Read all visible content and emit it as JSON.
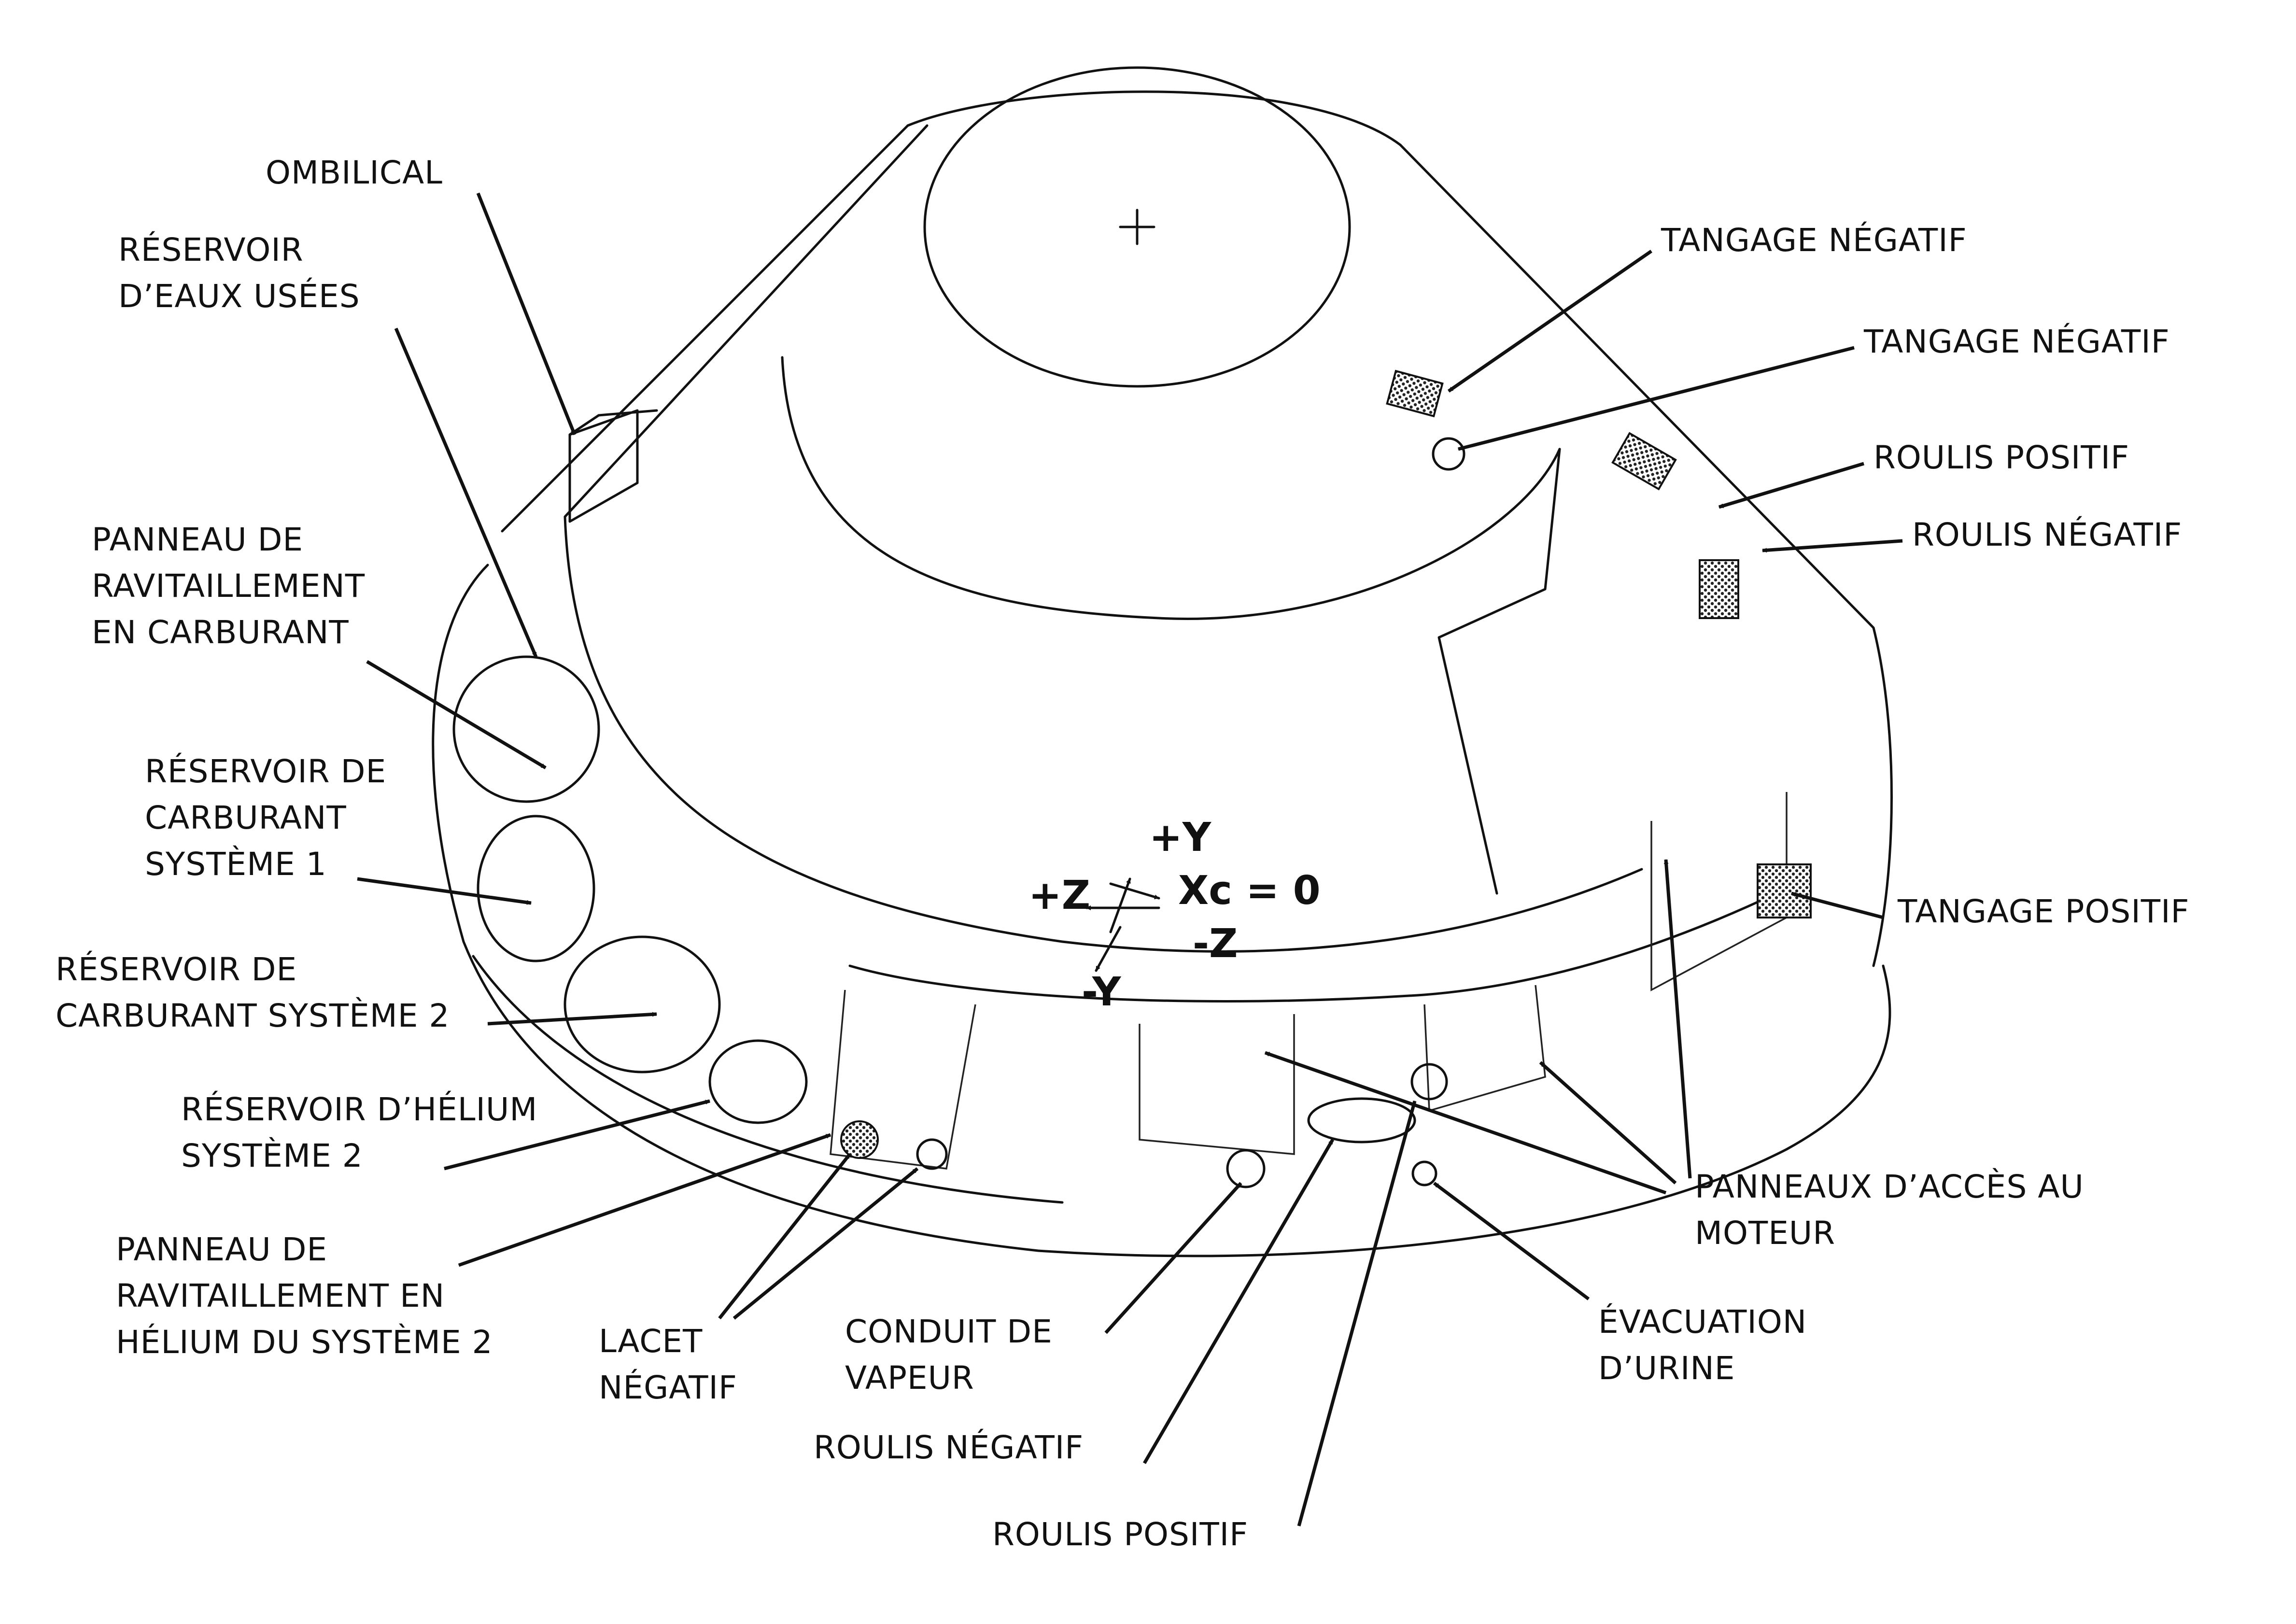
{
  "labels": {
    "ombilical": "OMBILICAL",
    "reservoir_eaux": "RÉSERVOIR\nD’EAUX USÉES",
    "panneau_ravit_carburant": "PANNEAU DE\nRAVITAILLEMENT\nEN CARBURANT",
    "reservoir_carb_1": "RÉSERVOIR DE\nCARBURANT\nSYSTÈME 1",
    "reservoir_carb_2": "RÉSERVOIR DE\nCARBURANT SYSTÈME 2",
    "reservoir_helium_2": "RÉSERVOIR D’HÉLIUM\nSYSTÈME 2",
    "panneau_ravit_helium": "PANNEAU DE\nRAVITAILLEMENT EN\nHÉLIUM DU SYSTÈME 2",
    "lacet_negatif": "LACET\nNÉGATIF",
    "conduit_vapeur": "CONDUIT DE\nVAPEUR",
    "roulis_negatif_bas": "ROULIS NÉGATIF",
    "roulis_positif_bas": "ROULIS POSITIF",
    "evacuation_urine": "ÉVACUATION\nD’URINE",
    "panneaux_acces": "PANNEAUX D’ACCÈS AU\nMOTEUR",
    "tangage_positif": "TANGAGE POSITIF",
    "roulis_negatif_haut": "ROULIS NÉGATIF",
    "roulis_positif_haut": "ROULIS POSITIF",
    "tangage_negatif_2": "TANGAGE NÉGATIF",
    "tangage_negatif_1": "TANGAGE NÉGATIF"
  },
  "axes": {
    "plus_y": "+Y",
    "plus_z": "+Z",
    "minus_z": "-Z",
    "minus_y": "-Y",
    "xc": "Xc = 0"
  }
}
